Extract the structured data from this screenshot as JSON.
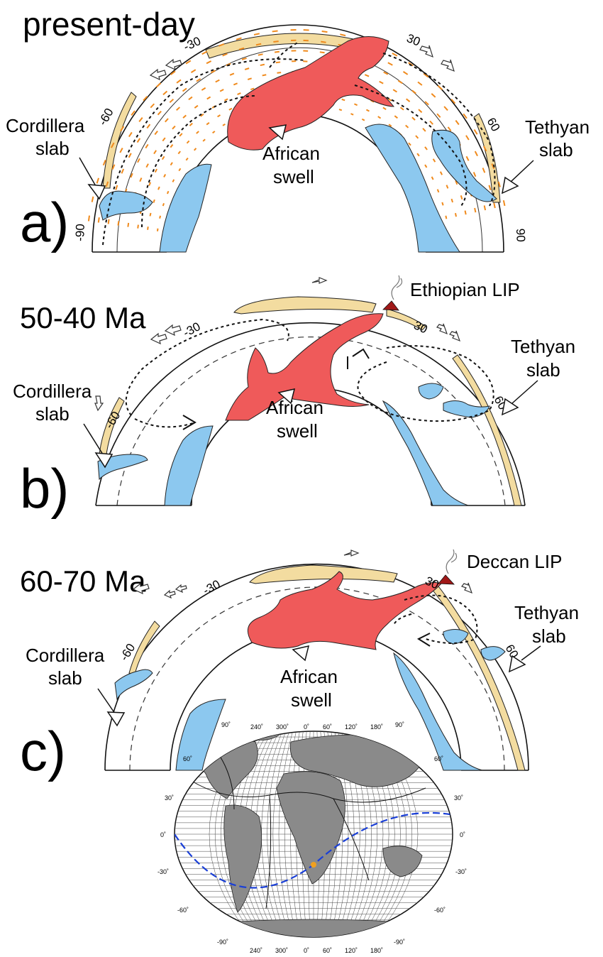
{
  "panels": [
    {
      "id": "a",
      "title": "present-day",
      "letter": "a)",
      "ticks": [
        "-30",
        "30",
        "-60",
        "60",
        "-90",
        "90"
      ],
      "labels": {
        "cordillera": [
          "Cordillera",
          "slab"
        ],
        "african": [
          "African",
          "swell"
        ],
        "tethyan": [
          "Tethyan",
          "slab"
        ]
      }
    },
    {
      "id": "b",
      "title": "50-40 Ma",
      "letter": "b)",
      "ticks": [
        "-30",
        "30",
        "-60",
        "60"
      ],
      "lip": "Ethiopian LIP",
      "labels": {
        "cordillera": [
          "Cordillera",
          "slab"
        ],
        "african": [
          "African",
          "swell"
        ],
        "tethyan": [
          "Tethyan",
          "slab"
        ]
      }
    },
    {
      "id": "c",
      "title": "60-70 Ma",
      "letter": "c)",
      "ticks": [
        "-30",
        "30",
        "-60",
        "60"
      ],
      "lip": "Deccan LIP",
      "labels": {
        "cordillera": [
          "Cordillera",
          "slab"
        ],
        "african": [
          "African",
          "swell"
        ],
        "tethyan": [
          "Tethyan",
          "slab"
        ]
      }
    }
  ],
  "map": {
    "top_lon_labels": [
      "240˚",
      "300˚",
      "0˚",
      "60˚",
      "120˚",
      "180˚"
    ],
    "bottom_lon_labels": [
      "240˚",
      "300˚",
      "0˚",
      "60˚",
      "120˚",
      "180˚"
    ],
    "lat_labels_left": [
      "90˚",
      "60˚",
      "30˚",
      "0˚",
      "-30˚",
      "-60˚",
      "-90˚"
    ],
    "lat_labels_right": [
      "90˚",
      "60˚",
      "30˚",
      "0˚",
      "-30˚",
      "-60˚",
      "-90˚"
    ],
    "colors": {
      "land": "#8a8a8a",
      "profile_line": "#1a3fd6",
      "marker": "#f0a020"
    }
  }
}
